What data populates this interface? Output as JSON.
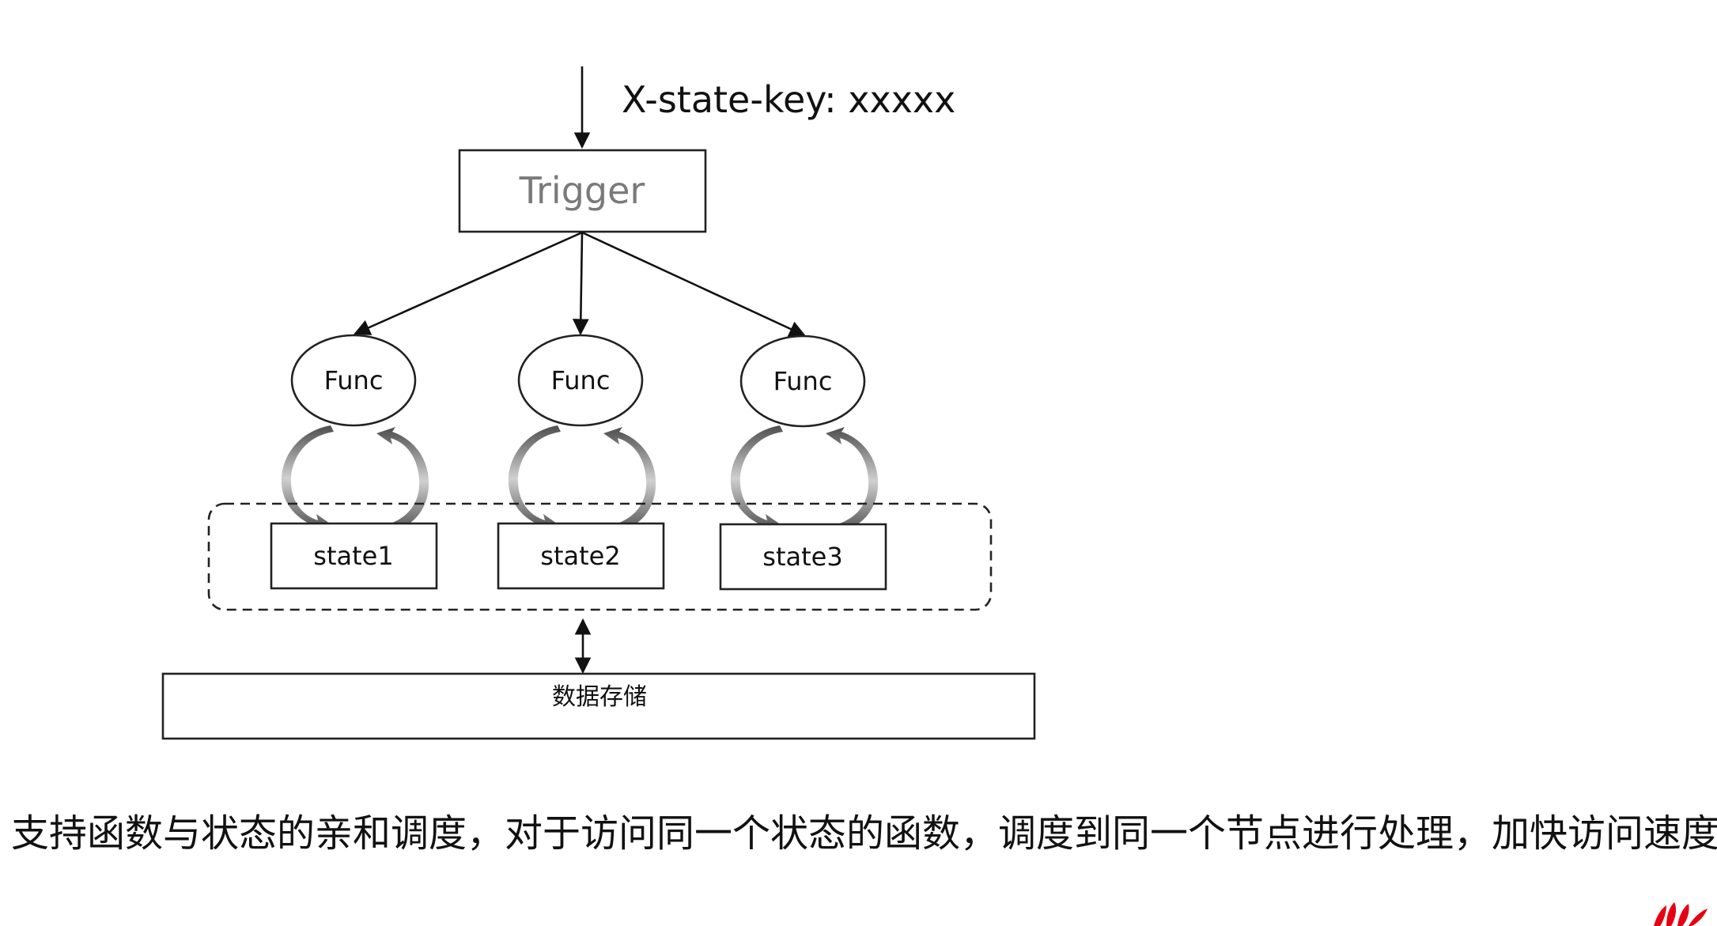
{
  "header_label": "X-state-key: xxxxx",
  "trigger": {
    "label": "Trigger"
  },
  "funcs": [
    {
      "label": "Func"
    },
    {
      "label": "Func"
    },
    {
      "label": "Func"
    }
  ],
  "states": [
    {
      "label": "state1"
    },
    {
      "label": "state2"
    },
    {
      "label": "state3"
    }
  ],
  "storage": {
    "label": "数据存储"
  },
  "caption": "支持函数与状态的亲和调度，对于访问同一个状态的函数，调度到同一个节点进行处理，加快访问速度",
  "colors": {
    "trigger_text": "#7a7a7a",
    "loop_arrow_dark": "#4d4d4d",
    "loop_arrow_light": "#cfcfcf",
    "logo_red": "#e60012"
  },
  "icons": {
    "logo": "huawei-logo-icon"
  }
}
